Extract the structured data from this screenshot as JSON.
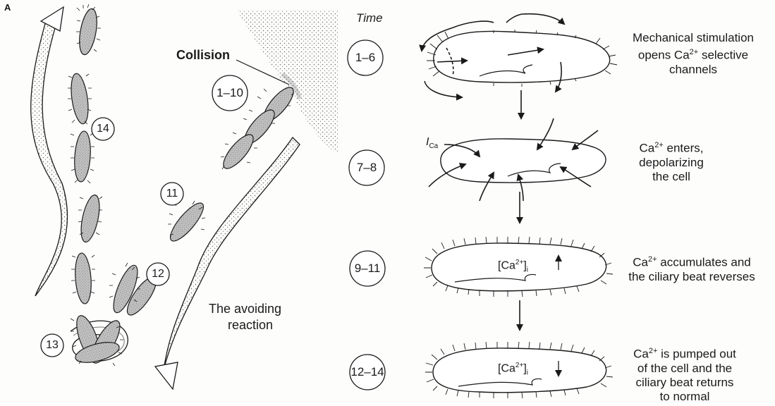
{
  "panel_label": "A",
  "time_header": "Time",
  "collision_label": "Collision",
  "avoiding_reaction": [
    "The avoiding",
    "reaction"
  ],
  "left_numbers": {
    "n1_10": "1–10",
    "n11": "11",
    "n12": "12",
    "n13": "13",
    "n14": "14"
  },
  "ica_label": "I",
  "ica_sub": "Ca",
  "ca_label": "[Ca",
  "ca_sup": "2+",
  "ca_close": "]",
  "ca_sub_i": "i",
  "steps": [
    {
      "time": "1–6",
      "line1": "Mechanical stimulation",
      "line2_pre": "opens Ca",
      "line2_sup": "2+",
      "line2_post": " selective",
      "line3": "channels"
    },
    {
      "time": "7–8",
      "line1_pre": "Ca",
      "line1_sup": "2+",
      "line1_post": " enters,",
      "line2": "depolarizing",
      "line3": "the cell"
    },
    {
      "time": "9–11",
      "line1_pre": "Ca",
      "line1_sup": "2+",
      "line1_post": " accumulates and",
      "line2": "the ciliary beat reverses"
    },
    {
      "time": "12–14",
      "line1_pre": "Ca",
      "line1_sup": "2+",
      "line1_post": " is pumped out",
      "line2": "of the cell and the",
      "line3": "ciliary beat returns",
      "line4": "to normal"
    }
  ],
  "colors": {
    "ink": "#1a1a1a",
    "cell_fill": "#b9b9b9",
    "stipple": "#7a7a7a"
  }
}
